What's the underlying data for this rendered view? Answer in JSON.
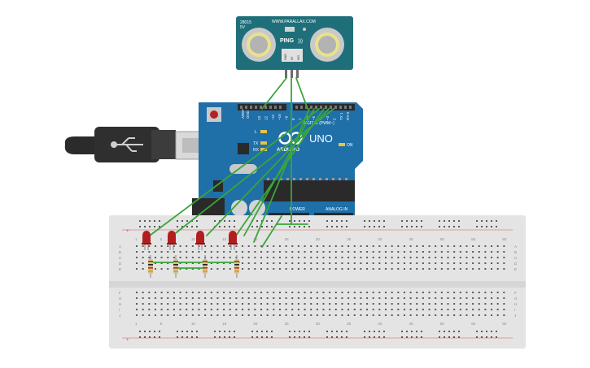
{
  "sensor": {
    "model": "PING",
    "model_suffix": ")))",
    "top_left_code": "28015",
    "top_left_voltage": "5V",
    "website": "WWW.PARALLAX.COM",
    "pins": [
      "GND",
      "5V",
      "SIG"
    ]
  },
  "arduino": {
    "logo_text": "ARDUINO",
    "model_text": "UNO",
    "on_label": "ON",
    "digital_label": "DIGITAL (PWM~)",
    "power_label": "POWER",
    "analog_label": "ANALOG IN",
    "top_left_labels": [
      "AREF",
      "GND"
    ],
    "digital_pins": [
      "13",
      "12",
      "~11",
      "~10",
      "~9",
      "8",
      "7",
      "~6",
      "~5",
      "4",
      "~3",
      "2",
      "TX 1",
      "RX 0"
    ],
    "led_labels": [
      "L",
      "TX",
      "RX"
    ]
  },
  "breadboard": {
    "column_numbers": [
      "1",
      "5",
      "10",
      "15",
      "20",
      "25",
      "30",
      "35",
      "40",
      "45",
      "50",
      "55",
      "60"
    ],
    "top_row_letters": [
      "A",
      "B",
      "C",
      "D",
      "E"
    ],
    "bottom_row_letters": [
      "F",
      "G",
      "H",
      "I",
      "J"
    ],
    "rail_sign_top": "+",
    "rail_sign_bottom": "+",
    "rail_minus": "−"
  },
  "components": {
    "led_count": 4,
    "resistor_count": 4,
    "led_color": "#b21e1e",
    "wire_color": "#3aa53a",
    "board_color": "#1f6fa8",
    "sensor_color": "#1f6f7a"
  }
}
